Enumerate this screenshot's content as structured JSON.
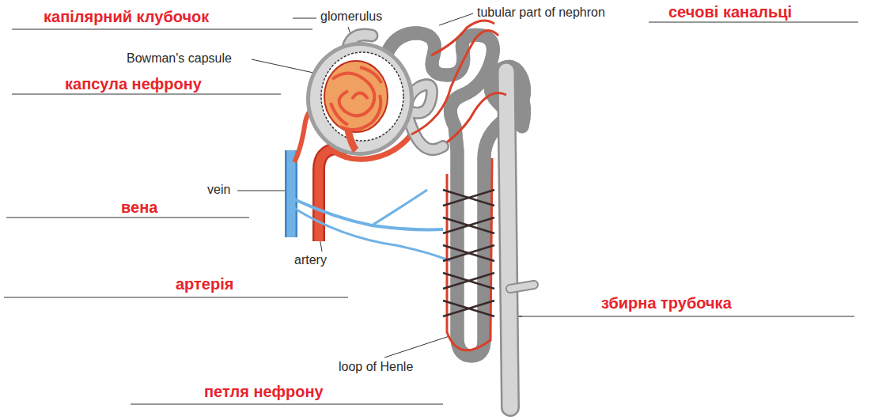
{
  "diagram": {
    "labels": [
      "капілярний клубочок",
      "glomerulus",
      "tubular part of nephron",
      "сечові канальці",
      "Bowman's capsule",
      "капсула нефрону",
      "vein",
      "вена",
      "artery",
      "артерія",
      "збирна трубочка",
      "loop of Henle",
      "петля нефрону"
    ]
  }
}
